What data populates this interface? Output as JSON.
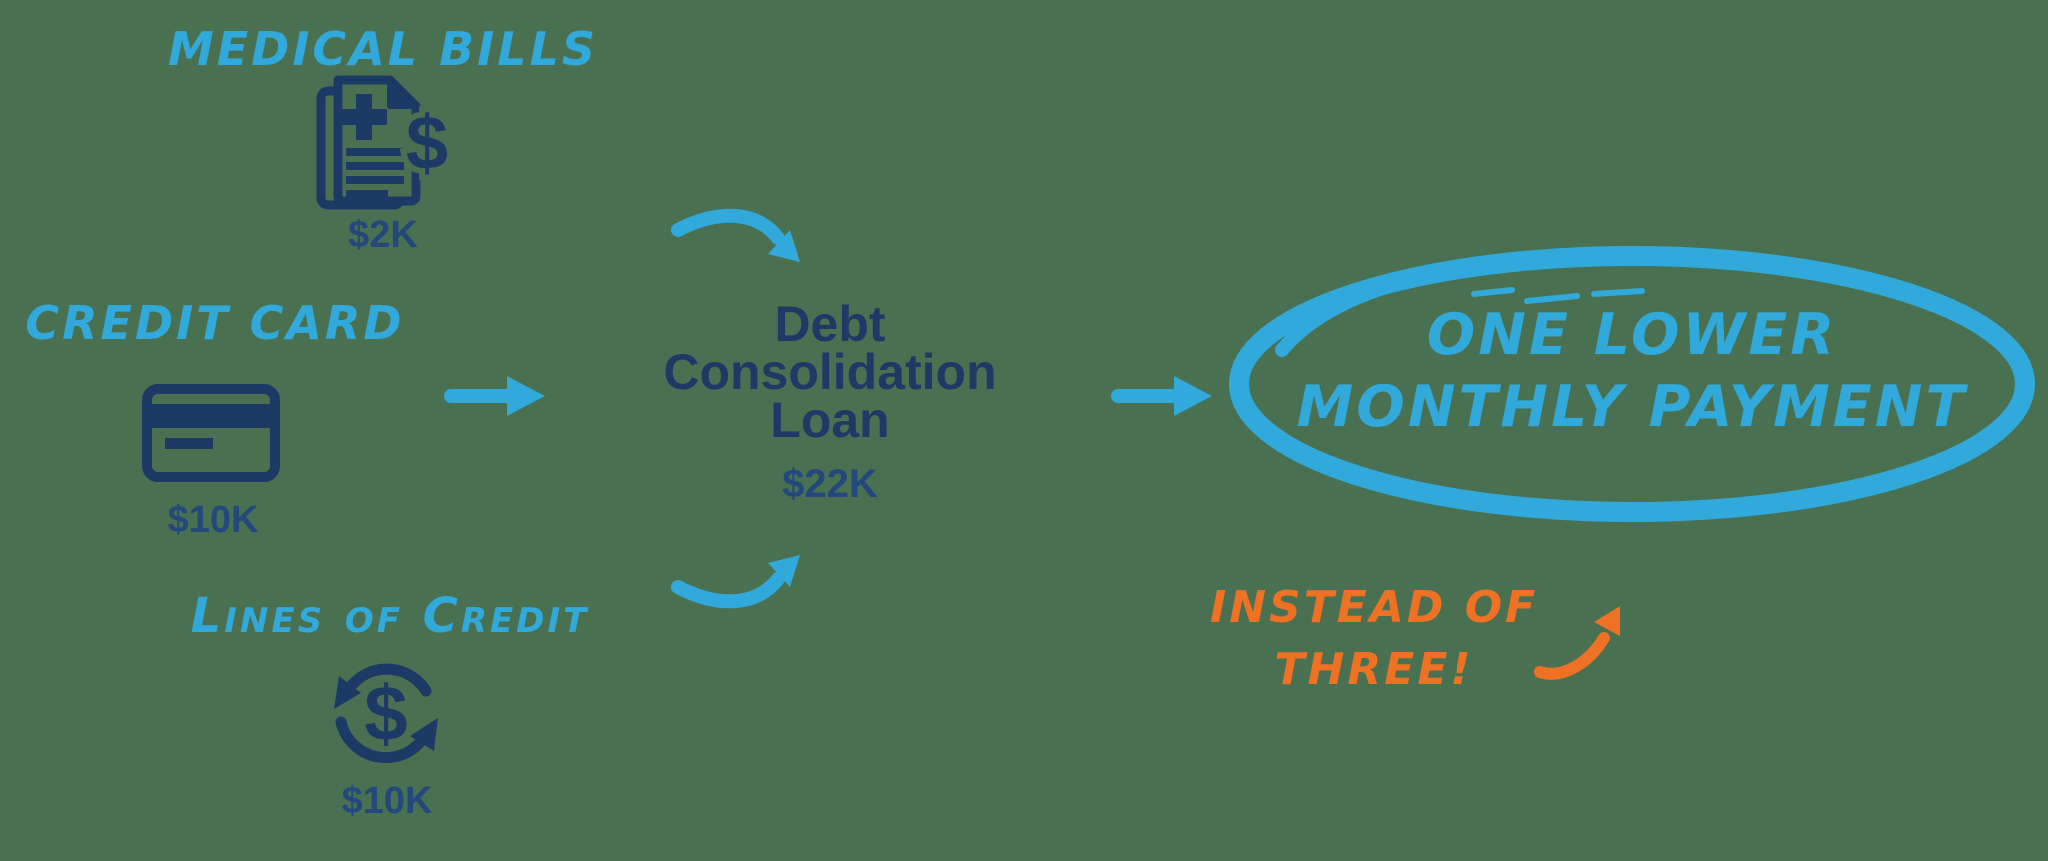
{
  "background": "#4A7052",
  "palette": {
    "light_blue": "#31A9DA",
    "navy": "#1C3A66",
    "navy_amount": "#24477C",
    "orange": "#EF7123"
  },
  "sources": [
    {
      "id": "medical-bills",
      "label": "MEDICAL BILLS",
      "amount": "$2K",
      "icon": "medical-bills-icon"
    },
    {
      "id": "credit-card",
      "label": "CREDIT CARD",
      "amount": "$10K",
      "icon": "credit-card-icon"
    },
    {
      "id": "lines-of-credit",
      "label": "Lines of Credit",
      "amount": "$10K",
      "icon": "refresh-dollar-icon"
    }
  ],
  "loan": {
    "line1": "Debt",
    "line2": "Consolidation",
    "line3": "Loan",
    "amount": "$22K"
  },
  "result": {
    "line1": "ONE LOWER",
    "line2": "MONTHLY PAYMENT"
  },
  "note": {
    "line1": "INSTEAD OF",
    "line2": "THREE!"
  },
  "icons": {
    "dollar_glyph": "$"
  }
}
